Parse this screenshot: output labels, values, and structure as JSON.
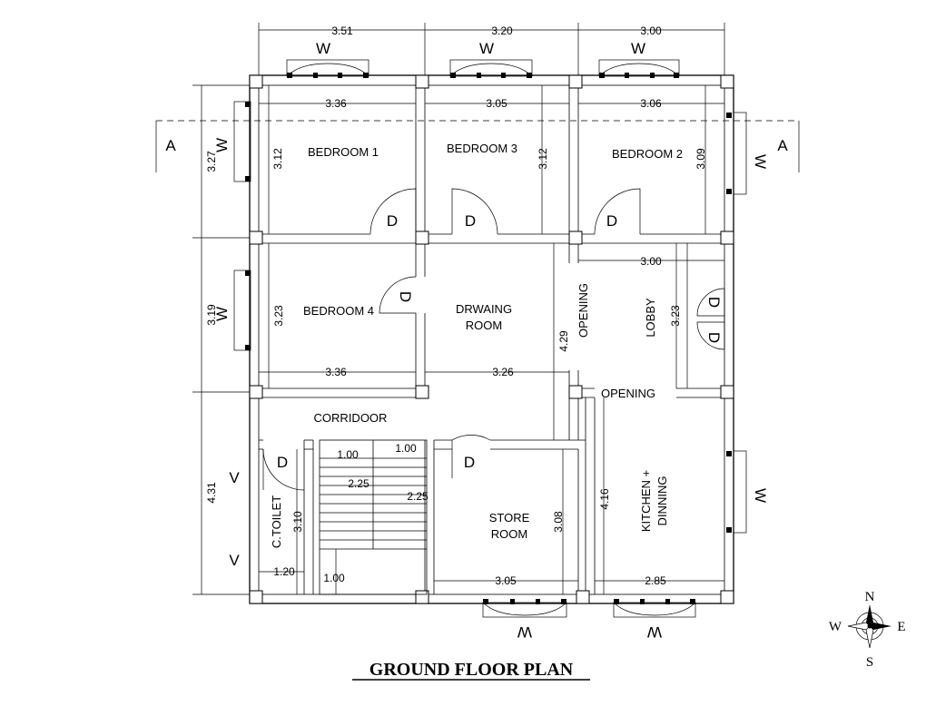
{
  "title": "GROUND FLOOR PLAN",
  "rooms": {
    "bedroom1": "BEDROOM 1",
    "bedroom3": "BEDROOM 3",
    "bedroom2": "BEDROOM 2",
    "bedroom4": "BEDROOM 4",
    "drawing_line1": "DRWAING",
    "drawing_line2": "ROOM",
    "lobby": "LOBBY",
    "corridor": "CORRIDOOR",
    "toilet": "C.TOILET",
    "store_line1": "STORE",
    "store_line2": "ROOM",
    "kitchen_line1": "KITCHEN +",
    "kitchen_line2": "DINNING",
    "opening": "OPENING"
  },
  "labels": {
    "door": "D",
    "window": "W",
    "ventilator": "V",
    "section": "A"
  },
  "dimensions": {
    "top": [
      "3.51",
      "3.20",
      "3.00"
    ],
    "left": [
      "3.27",
      "3.19",
      "4.31"
    ],
    "bed1_w": "3.36",
    "bed1_h": "3.12",
    "bed3_w": "3.05",
    "bed3_h": "3.12",
    "bed2_w": "3.06",
    "bed2_h": "3.09",
    "bed4_h": "3.23",
    "bed4_w": "3.36",
    "drawing_w": "3.26",
    "drawing_h": "4.29",
    "lobby_w": "3.00",
    "lobby_h": "3.23",
    "stair_tread_1": "1.00",
    "stair_tread_2": "1.00",
    "stair_run_1": "2.25",
    "stair_run_2": "2.25",
    "stair_landing": "1.00",
    "toilet_h": "3.10",
    "toilet_w": "1.20",
    "store_h": "3.08",
    "store_w": "3.05",
    "kitchen_h": "4.16",
    "kitchen_w": "2.85"
  },
  "compass": {
    "n": "N",
    "s": "S",
    "e": "E",
    "w": "W"
  }
}
